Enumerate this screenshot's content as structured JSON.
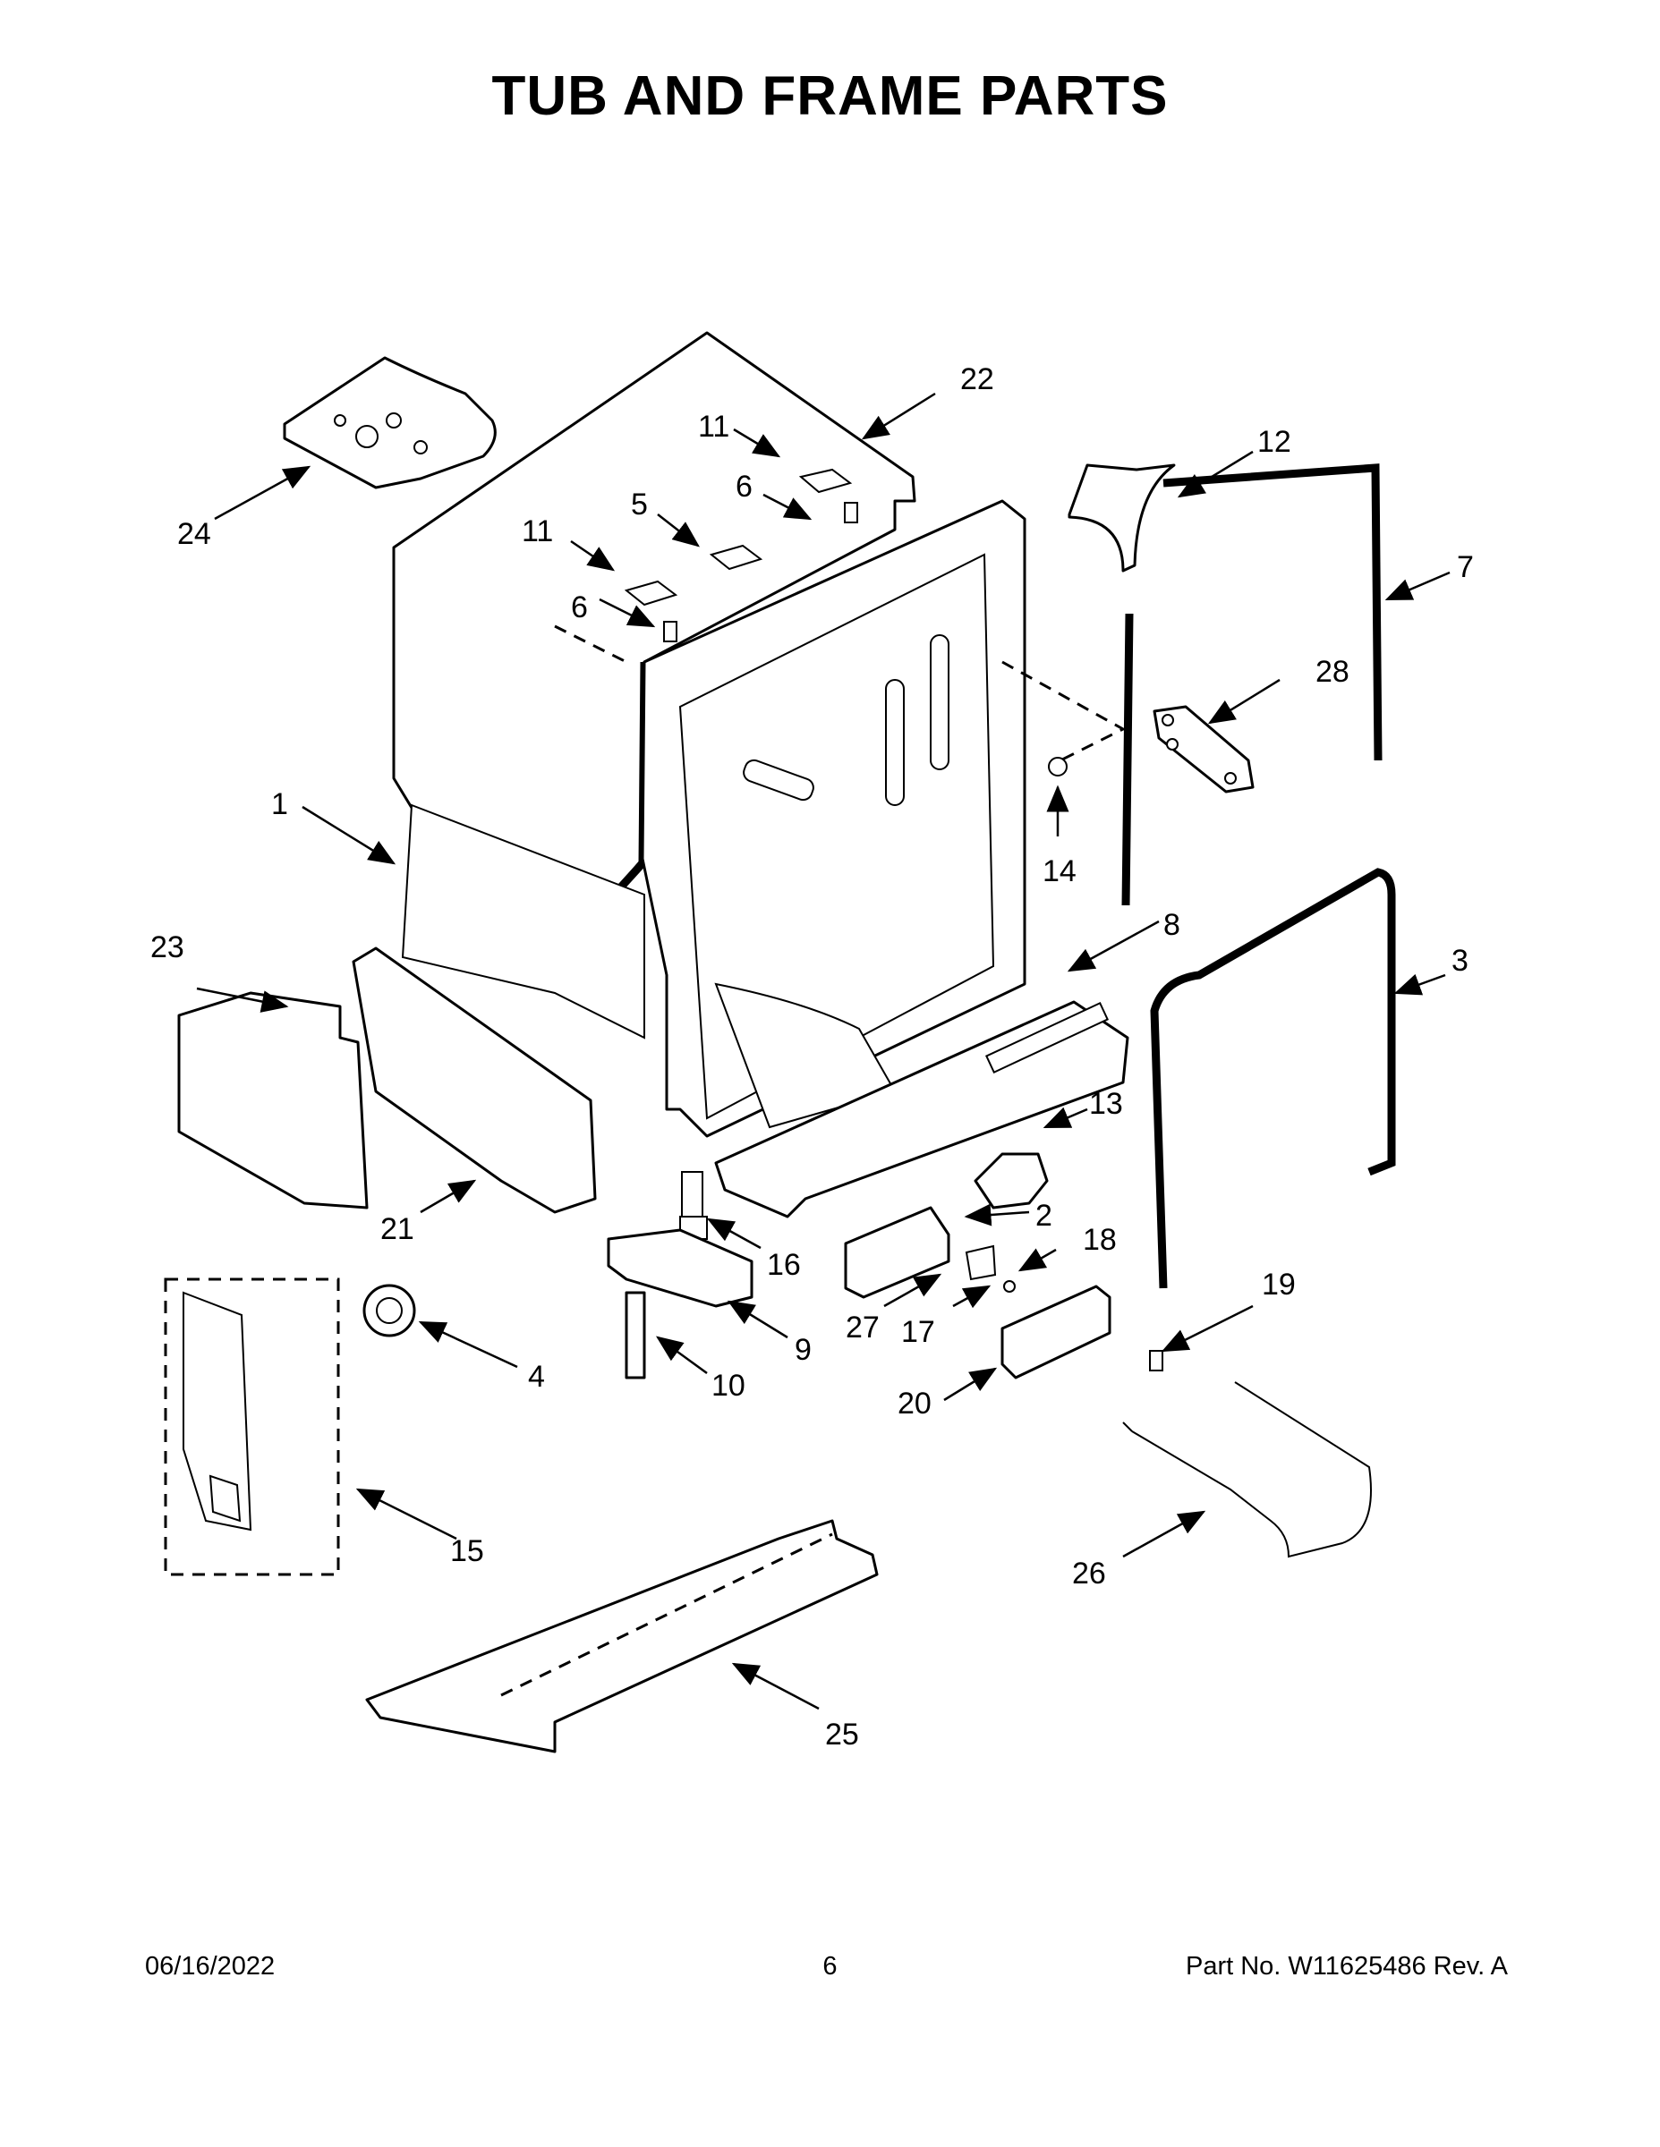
{
  "title": "TUB AND FRAME PARTS",
  "callouts": [
    "1",
    "2",
    "3",
    "4",
    "5",
    "6",
    "6",
    "7",
    "8",
    "9",
    "10",
    "11",
    "11",
    "12",
    "13",
    "14",
    "15",
    "16",
    "17",
    "18",
    "19",
    "20",
    "21",
    "22",
    "23",
    "24",
    "25",
    "26",
    "27",
    "28"
  ],
  "footer": {
    "date": "06/16/2022",
    "page": "6",
    "part_no": "Part No.  W11625486  Rev.  A"
  }
}
